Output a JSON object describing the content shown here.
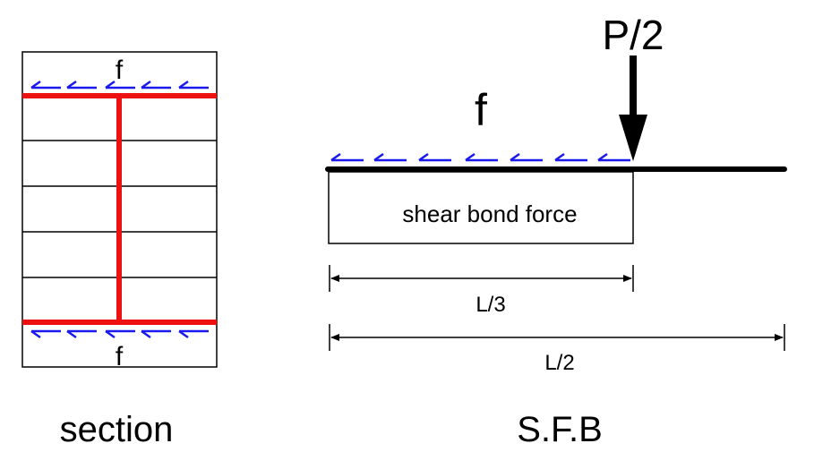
{
  "section": {
    "label_top_f": "f",
    "label_bottom_f": "f",
    "caption": "section"
  },
  "sfb": {
    "load_label": "P/2",
    "distributed_label": "f",
    "box_label": "shear bond force",
    "dim_short": "L/3",
    "dim_long": "L/2",
    "caption": "S.F.B"
  },
  "colors": {
    "flange": "#ee1111",
    "shear_arrows": "#1a1aee",
    "lines": "#000000"
  }
}
